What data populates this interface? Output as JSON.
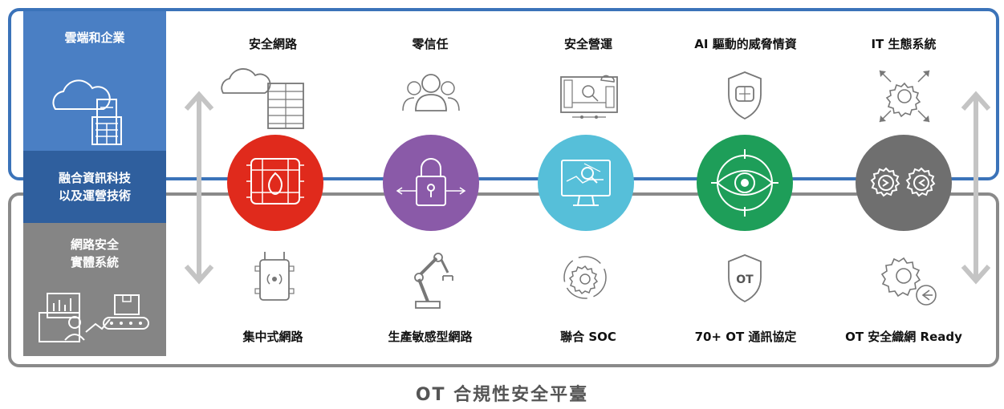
{
  "left_panels": {
    "cloud_enterprise": "雲端和企業",
    "it_ot_convergence_line1": "融合資訊科技",
    "it_ot_convergence_line2": "以及運營技術",
    "physical_line1": "網路安全",
    "physical_line2": "實體系統"
  },
  "columns": [
    {
      "top_label": "安全網路",
      "bottom_label": "集中式網路",
      "circle_color": "#e02a1c",
      "top_icon": "cloud-server-icon",
      "main_icon": "firewall-flame-icon",
      "bottom_icon": "wireless-device-icon"
    },
    {
      "top_label": "零信任",
      "bottom_label": "生產敏感型網路",
      "circle_color": "#8a5aa8",
      "top_icon": "user-group-icon",
      "main_icon": "padlock-icon",
      "bottom_icon": "robot-arm-icon"
    },
    {
      "top_label": "安全營運",
      "bottom_label": "聯合 SOC",
      "circle_color": "#56bfd9",
      "top_icon": "network-analysis-icon",
      "main_icon": "monitor-analysis-icon",
      "bottom_icon": "gear-cycle-icon"
    },
    {
      "top_label": "AI 驅動的威脅情資",
      "bottom_label": "70+ OT 通訊協定",
      "circle_color": "#1e9e59",
      "top_icon": "shield-chip-icon",
      "main_icon": "eye-target-icon",
      "bottom_icon": "shield-ot-icon",
      "bottom_icon_text": "OT"
    },
    {
      "top_label": "IT 生態系統",
      "bottom_label": "OT 安全織網 Ready",
      "circle_color": "#6f6f6f",
      "top_icon": "gear-arrows-icon",
      "main_icon": "double-gear-icon",
      "bottom_icon": "gear-arrow-icon"
    }
  ],
  "footer_title": "OT 合規性安全平臺"
}
